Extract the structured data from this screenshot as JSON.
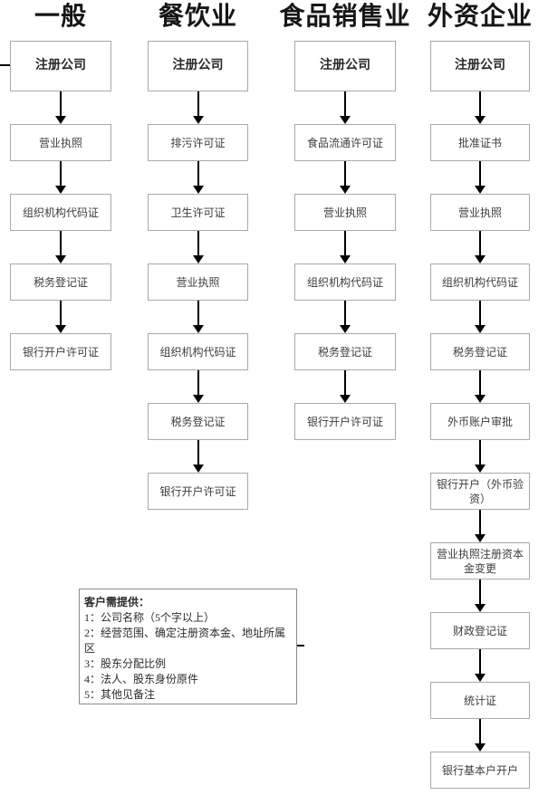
{
  "flowchart": {
    "columns": [
      {
        "title": "一般",
        "steps": [
          "注册公司",
          "营业执照",
          "组织机构代码证",
          "税务登记证",
          "银行开户许可证"
        ]
      },
      {
        "title": "餐饮业",
        "steps": [
          "注册公司",
          "排污许可证",
          "卫生许可证",
          "营业执照",
          "组织机构代码证",
          "税务登记证",
          "银行开户许可证"
        ]
      },
      {
        "title": "食品销售业",
        "steps": [
          "注册公司",
          "食品流通许可证",
          "营业执照",
          "组织机构代码证",
          "税务登记证",
          "银行开户许可证"
        ]
      },
      {
        "title": "外资企业",
        "steps": [
          "注册公司",
          "批准证书",
          "营业执照",
          "组织机构代码证",
          "税务登记证",
          "外币账户审批",
          "银行开户（外币验资）",
          "营业执照注册资本金变更",
          "财政登记证",
          "统计证",
          "银行基本户开户"
        ]
      }
    ]
  },
  "note": {
    "title": "客户需提供：",
    "items": [
      "1：公司名称（5个字以上）",
      "2：经营范围、确定注册资本金、地址所属区",
      "3：股东分配比例",
      "4：法人、股东身份原件",
      "5：其他见备注"
    ]
  },
  "colors": {
    "box_border": "#a9a9a9",
    "note_border": "#8c8c8c",
    "arrow": "#000000",
    "box_text": "#3d3d3d",
    "title_text": "#161616"
  }
}
